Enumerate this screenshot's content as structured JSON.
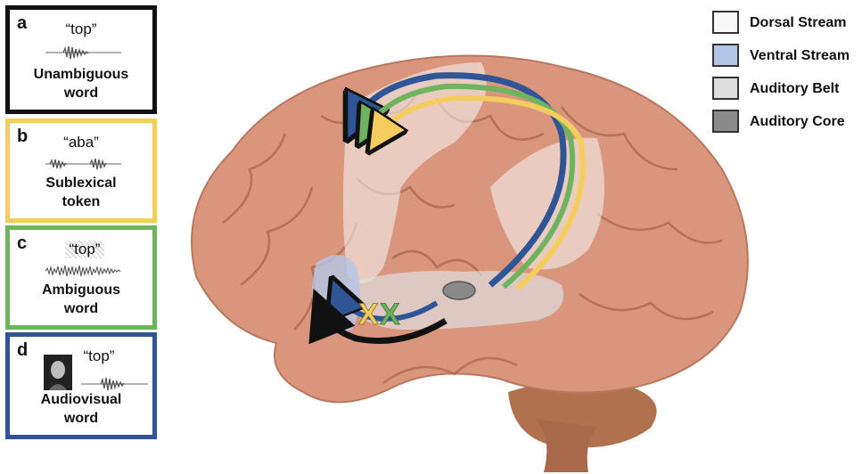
{
  "panels": [
    {
      "letter": "a",
      "sound": "“top”",
      "label_line1": "Unambiguous",
      "label_line2": "word",
      "border_color": "#111111"
    },
    {
      "letter": "b",
      "sound": "“aba”",
      "label_line1": "Sublexical",
      "label_line2": "token",
      "border_color": "#f5cd5c"
    },
    {
      "letter": "c",
      "sound": "“top”",
      "label_line1": "Ambiguous",
      "label_line2": "word",
      "border_color": "#6fb35f"
    },
    {
      "letter": "d",
      "sound": "“top”",
      "label_line1": "Audiovisual",
      "label_line2": "word",
      "border_color": "#2f5597"
    }
  ],
  "legend": [
    {
      "label": "Dorsal Stream",
      "color": "#f8f8f8"
    },
    {
      "label": "Ventral Stream",
      "color": "#b4c6e7"
    },
    {
      "label": "Auditory Belt",
      "color": "#dedede"
    },
    {
      "label": "Auditory Core",
      "color": "#8a8a8a"
    }
  ],
  "brain": {
    "x_marks": [
      "X",
      "X"
    ],
    "colors": {
      "unambiguous": "#111111",
      "sublexical": "#f5cd5c",
      "ambiguous": "#6fb35f",
      "audiovisual": "#2f5597",
      "brain": "#d9967c"
    }
  }
}
